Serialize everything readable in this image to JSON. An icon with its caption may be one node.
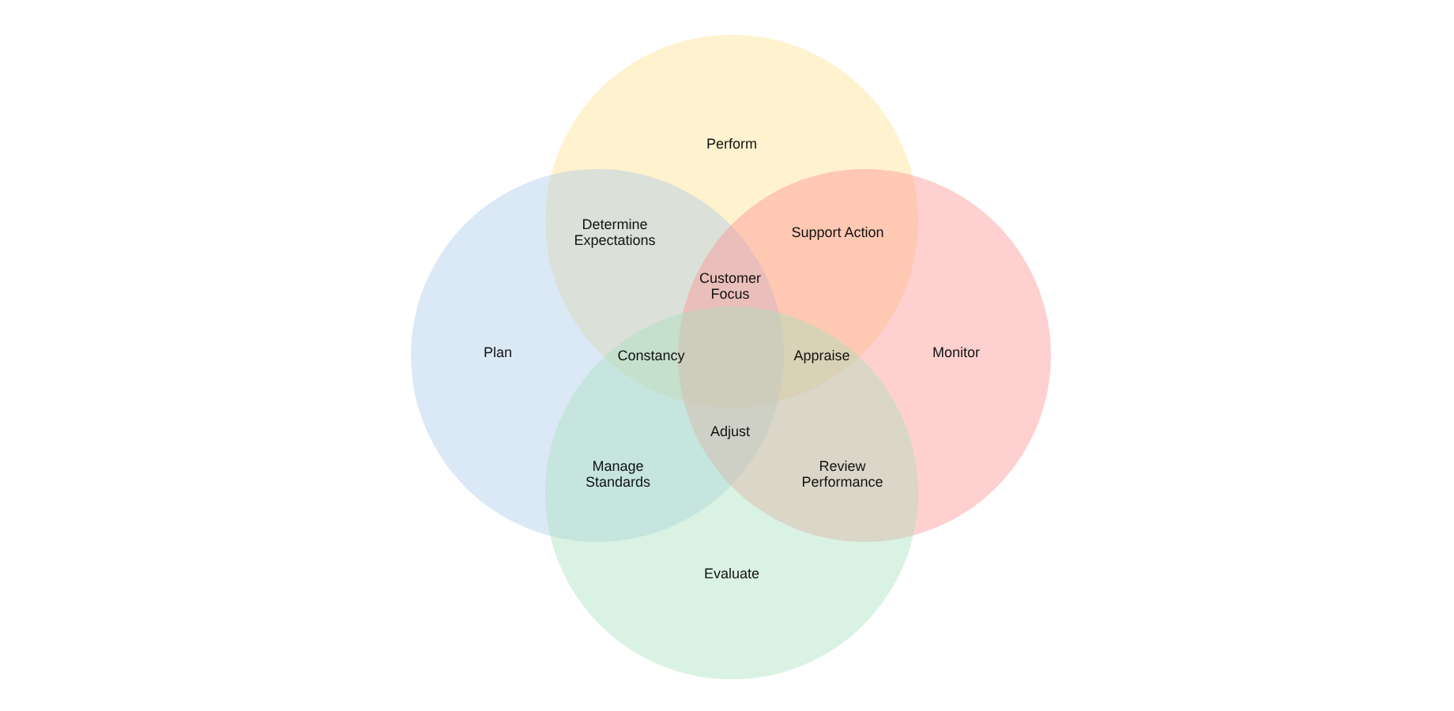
{
  "diagram": {
    "nodes": [
      {
        "text": [
          "Perform"
        ]
      },
      {
        "text": [
          "Plan"
        ]
      },
      {
        "text": [
          "Monitor"
        ]
      },
      {
        "text": [
          "Evaluate"
        ]
      }
    ],
    "edges": [],
    "labels": [
      "Determine Expectations",
      "Support Action",
      "Customer Focus",
      "Constancy",
      "Appraise",
      "Adjust",
      "Manage Standards",
      "Review Performance"
    ]
  }
}
